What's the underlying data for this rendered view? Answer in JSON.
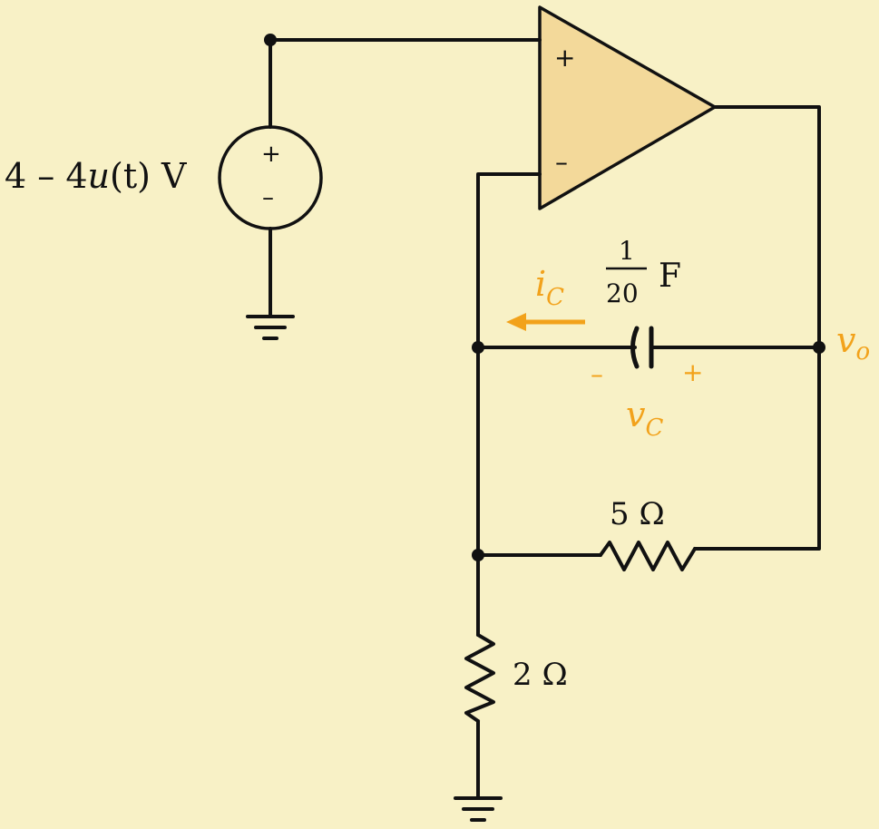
{
  "colors": {
    "background": "#f8f1c6",
    "wire": "#111111",
    "opamp_fill": "#f3d99a",
    "accent": "#f2a21b"
  },
  "opamp": {
    "plus": "+",
    "minus": "–"
  },
  "source": {
    "label_prefix": "4 – 4",
    "label_func": "u",
    "label_arg": "(t)",
    "label_unit": " V",
    "plus": "+",
    "minus": "–"
  },
  "capacitor": {
    "value_num": "1",
    "value_den": "20",
    "unit": "F",
    "current_symbol": "i",
    "current_sub": "C",
    "voltage_symbol": "v",
    "voltage_sub": "C",
    "neg_sign": "–",
    "pos_sign": "+"
  },
  "resistor_feedback": {
    "label": "5 Ω"
  },
  "resistor_ground": {
    "label": "2 Ω"
  },
  "output": {
    "symbol": "v",
    "sub": "o"
  }
}
